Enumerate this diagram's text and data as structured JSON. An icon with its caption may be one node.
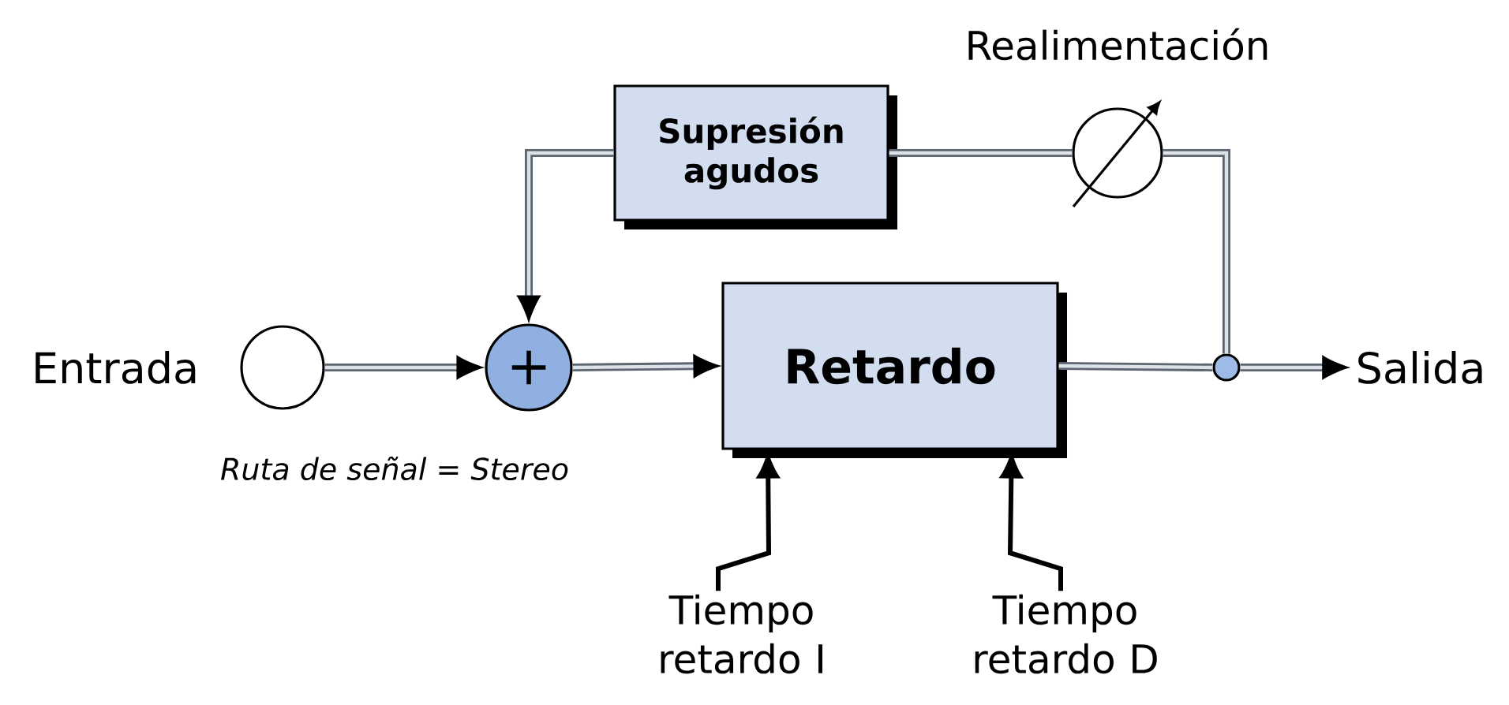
{
  "diagram": {
    "nodes": [
      {
        "text": [
          "Entrada"
        ]
      },
      {
        "text": [],
        "shape": "circle"
      },
      {
        "text": [
          "+"
        ]
      },
      {
        "text": [
          "Retardo"
        ]
      },
      {
        "text": [],
        "shape": "circle"
      },
      {
        "text": [
          "Salida"
        ]
      },
      {
        "text": [
          "Supresión agudos"
        ]
      },
      {
        "text": [],
        "shape": "circle",
        "beside": [
          "Realimentación"
        ]
      },
      {
        "text": [
          "Tiempo retardo I"
        ]
      },
      {
        "text": [
          "Tiempo retardo D"
        ]
      }
    ],
    "edges": [
      {
        "from": 1,
        "to": 2,
        "arrow": "to"
      },
      {
        "from": 2,
        "to": 3,
        "arrow": "to"
      },
      {
        "from": 3,
        "to": 4,
        "arrow": "none"
      },
      {
        "from": 4,
        "to": 5,
        "arrow": "to"
      },
      {
        "from": 4,
        "to": 7,
        "arrow": "none"
      },
      {
        "from": 7,
        "to": 6,
        "arrow": "none"
      },
      {
        "from": 6,
        "to": 2,
        "arrow": "to"
      },
      {
        "from": 8,
        "to": 3,
        "arrow": "to",
        "color": "#000000"
      },
      {
        "from": 9,
        "to": 3,
        "arrow": "to",
        "color": "#000000"
      }
    ],
    "labels": [
      "Ruta de señal = Stereo"
    ]
  }
}
